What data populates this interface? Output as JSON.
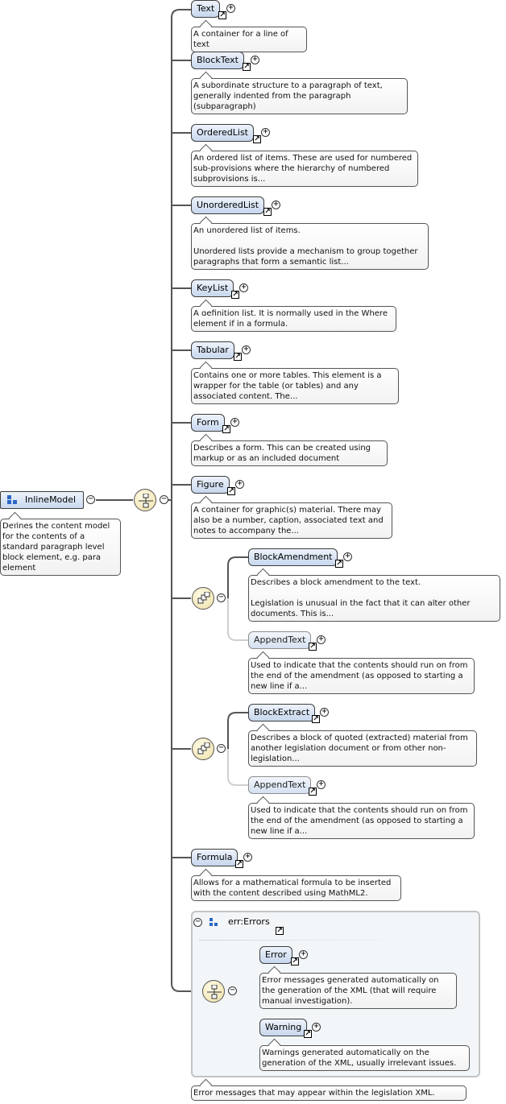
{
  "root": {
    "name": "InlineModel",
    "description": "Defines the content model for the contents of a standard paragraph level block element, e.g. para element"
  },
  "elements": [
    {
      "name": "Text",
      "description": "A container for a line of text"
    },
    {
      "name": "BlockText",
      "description": "A subordinate structure to a paragraph of text, generally indented from the paragraph (subparagraph)"
    },
    {
      "name": "OrderedList",
      "description": "An ordered list of items. These are used for numbered sub-provisions where the hierarchy of numbered subprovisions is..."
    },
    {
      "name": "UnorderedList",
      "description": "An unordered list of items.\n\nUnordered lists provide a mechanism to group together paragraphs that form a semantic list..."
    },
    {
      "name": "KeyList",
      "description": "A definition list. It is normally used in the Where element if in a formula."
    },
    {
      "name": "Tabular",
      "description": "Contains one or more tables. This element is a wrapper for the table (or tables) and any associated content. The..."
    },
    {
      "name": "Form",
      "description": "Describes a form. This can be created using markup or as an included document"
    },
    {
      "name": "Figure",
      "description": "A container for graphic(s) material. There may also be a number, caption, associated text and notes to accompany the..."
    }
  ],
  "sequence_amendment": [
    {
      "name": "BlockAmendment",
      "description": "Describes a block amendment to the text.\n\nLegislation is unusual in the fact that it can alter other documents. This is..."
    },
    {
      "name": "AppendText",
      "description": "Used to indicate that the contents should run on from the end of the amendment (as opposed to starting a new line if a..."
    }
  ],
  "sequence_extract": [
    {
      "name": "BlockExtract",
      "description": "Describes a block of quoted (extracted) material from another legislation document or from other non-legislation..."
    },
    {
      "name": "AppendText",
      "description": "Used to indicate that the contents should run on from the end of the amendment (as opposed to starting a new line if a..."
    }
  ],
  "formula": {
    "name": "Formula",
    "description": "Allows for a mathematical formula to be inserted with the content described using MathML2."
  },
  "errors_group": {
    "name": "err:Errors",
    "description": "Error messages that may appear within the legislation XML.",
    "children": [
      {
        "name": "Error",
        "description": "Error messages generated automatically on the generation of the XML (that will require manual investigation)."
      },
      {
        "name": "Warning",
        "description": "Warnings generated automatically on the generation of the XML, usually irrelevant issues."
      }
    ]
  },
  "icons": {
    "expand": "plus-circle-icon",
    "collapse": "minus-circle-icon",
    "reference": "link-arrow-icon",
    "choice": "choice-compositor-icon",
    "sequence": "sequence-compositor-icon"
  }
}
